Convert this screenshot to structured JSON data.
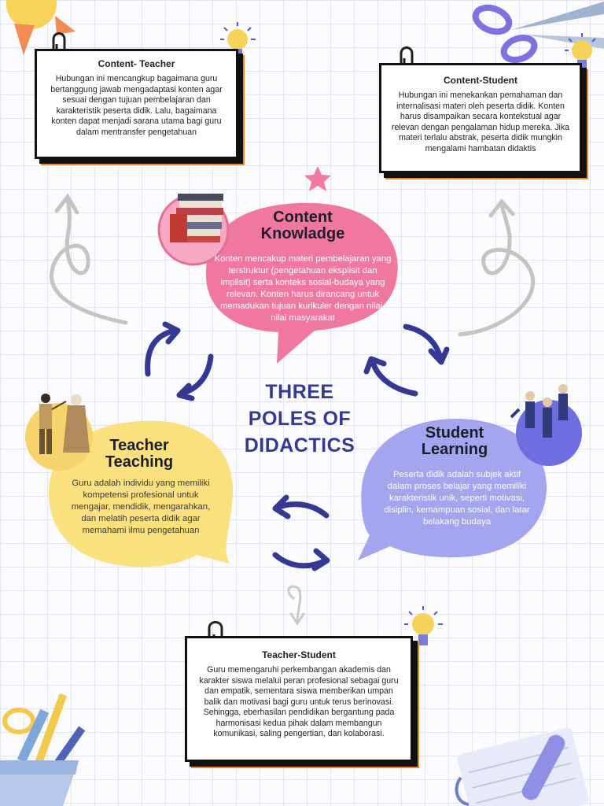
{
  "center_title": {
    "line1": "THREE",
    "line2": "POLES OF",
    "line3": "DIDACTICS"
  },
  "cards": {
    "content_teacher": {
      "title": "Content- Teacher",
      "text": "Hubungan ini mencangkup bagaimana guru bertanggung jawab mengadaptasi konten agar sesuai dengan tujuan pembelajaran dan karakteristik peserta didik. Lalu, bagaimana konten dapat menjadi sarana utama bagi guru dalam mentransfer pengetahuan"
    },
    "content_student": {
      "title": "Content-Student",
      "text": "Hubungan ini menekankan pemahaman dan internalisasi materi oleh peserta didik. Konten harus disampaikan secara kontekstual agar relevan dengan pengalaman hidup mereka. Jika materi terlalu abstrak, peserta didik mungkin mengalami hambatan didaktis"
    },
    "teacher_student": {
      "title": "Teacher-Student",
      "text": "Guru memengaruhi perkembangan akademis dan karakter siswa melalui peran profesional sebagai guru dan empatik, sementara siswa memberikan umpan balik dan motivasi bagi guru untuk terus berinovasi. Sehingga, eberhasilan pendidikan bergantung pada harmonisasi kedua pihak dalam membangun komunikasi, saling pengertian, dan kolaborasi."
    }
  },
  "bubbles": {
    "content": {
      "title_line1": "Content",
      "title_line2": "Knowladge",
      "text": "Konten mencakup materi pembelajaran yang terstruktur (pengetahuan eksplisit dan implisit) serta konteks sosial-budaya yang relevan. Konten harus dirancang untuk memadukan tujuan kurikuler dengan nilai-nilai masyarakat",
      "color": "#f0789f"
    },
    "teacher": {
      "title_line1": "Teacher",
      "title_line2": "Teaching",
      "text": "Guru adalah individu yang memiliki kompetensi profesional untuk mengajar, mendidik, mengarahkan, dan melatih peserta didik agar memahami ilmu pengetahuan",
      "color": "#fbe07e"
    },
    "student": {
      "title_line1": "Student",
      "title_line2": "Learning",
      "text": "Peserta didik adalah subjek aktif dalam proses belajar yang memiliki karakteristik unik, seperti motivasi, disiplin, kemampuan sosial, dan latar belakang budaya",
      "color": "#a3a5ee"
    }
  },
  "colors": {
    "arrow": "#343a93",
    "title": "#343a93",
    "card_shadow": "#e88a2c",
    "grid": "#e3e5ec"
  },
  "icons": [
    "sun-icon",
    "scissors-icon",
    "paperclip-icon",
    "lightbulb-icon",
    "star-icon",
    "books-icon",
    "teachers-illustration",
    "students-illustration",
    "pencil-cup-icon",
    "notebook-pen-icon",
    "cycle-arrow-icon",
    "swirl-arrow-icon"
  ]
}
